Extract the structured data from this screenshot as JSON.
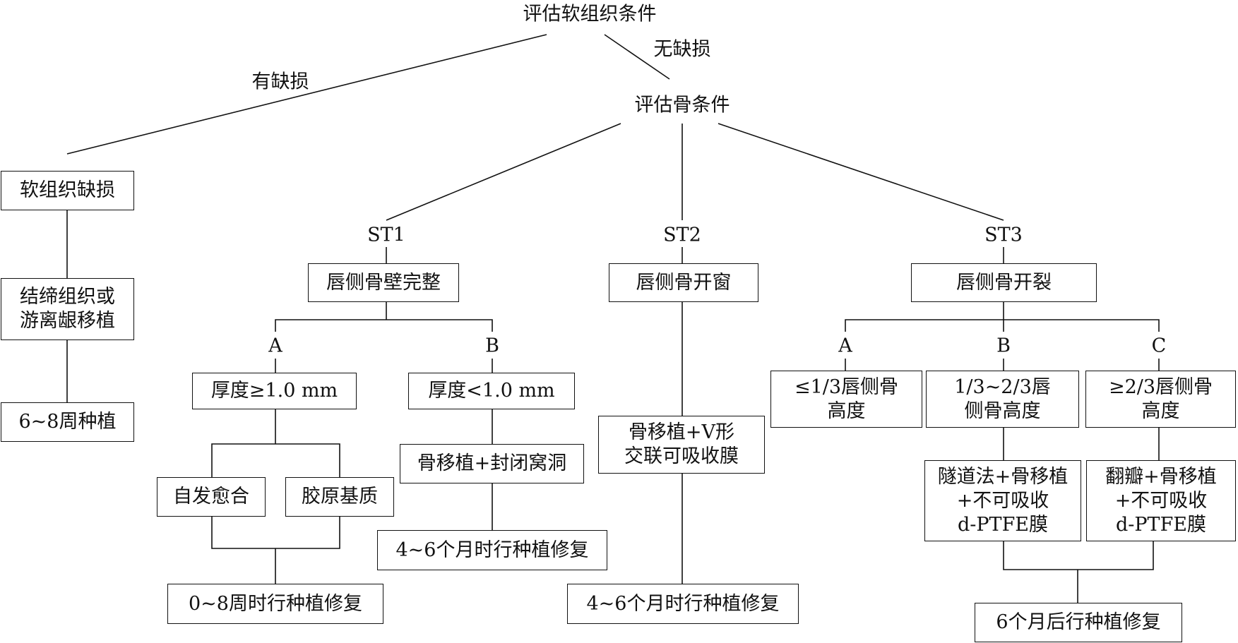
{
  "title": "评估软组织条件",
  "edges": {
    "defect": "有缺损",
    "no_defect": "无缺损"
  },
  "bone_eval": "评估骨条件",
  "soft_tissue_branch": {
    "box1": "软组织缺损",
    "box2": "结缔组织或\n游离龈移植",
    "box3": "6~8周种植"
  },
  "st1": {
    "label": "ST1",
    "box": "唇侧骨壁完整",
    "a_label": "A",
    "b_label": "B",
    "a_box": "厚度≥1.0 mm",
    "b_box": "厚度<1.0 mm",
    "a_opt1": "自发愈合",
    "a_opt2": "胶原基质",
    "a_result": "0~8周时行种植修复",
    "b_treat": "骨移植+封闭窝洞",
    "b_result": "4~6个月时行种植修复"
  },
  "st2": {
    "label": "ST2",
    "box": "唇侧骨开窗",
    "treat": "骨移植+V形\n交联可吸收膜",
    "result": "4~6个月时行种植修复"
  },
  "st3": {
    "label": "ST3",
    "box": "唇侧骨开裂",
    "a_label": "A",
    "b_label": "B",
    "c_label": "C",
    "a_box": "≤1/3唇侧骨\n高度",
    "b_box": "1/3~2/3唇\n侧骨高度",
    "c_box": "≥2/3唇侧骨\n高度",
    "b_treat": "隧道法+骨移植\n+不可吸收\nd-PTFE膜",
    "c_treat": "翻瓣+骨移植\n+不可吸收\nd-PTFE膜",
    "result": "6个月后行种植修复"
  }
}
